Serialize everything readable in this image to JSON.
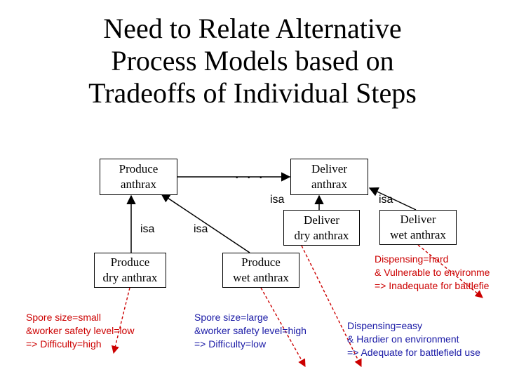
{
  "title": {
    "line1": "Need to Relate Alternative",
    "line2": "Process Models based on",
    "line3": "Tradeoffs of Individual Steps"
  },
  "boxes": {
    "produce_anthrax": [
      "Produce",
      "anthrax"
    ],
    "deliver_anthrax": [
      "Deliver",
      "anthrax"
    ],
    "deliver_dry_anthrax": [
      "Deliver",
      "dry anthrax"
    ],
    "deliver_wet_anthrax": [
      "Deliver",
      "wet anthrax"
    ],
    "produce_dry_anthrax": [
      "Produce",
      "dry anthrax"
    ],
    "produce_wet_anthrax": [
      "Produce",
      "wet anthrax"
    ]
  },
  "ellipsis": ". . .",
  "isa_labels": {
    "left_produce": "isa",
    "right_produce": "isa",
    "deliver_left": "isa",
    "deliver_right": "isa"
  },
  "notes": {
    "dry_produce": [
      "Spore size=small",
      "&worker safety level=low",
      "=> Difficulty=high"
    ],
    "wet_produce": [
      "Spore size=large",
      "&worker safety level=high",
      "=> Difficulty=low"
    ],
    "wet_deliver": [
      "Dispensing=hard",
      "& Vulnerable to environme",
      "=> Inadequate for battlefie"
    ],
    "dry_deliver": [
      "Dispensing=easy",
      "& Hardier on environment",
      "=> Adequate for battlefield use"
    ]
  },
  "colors": {
    "note_red": "#cc0000",
    "note_blue": "#1a1aa6",
    "arrow": "#000000",
    "dashed_arrow": "#cc0000"
  }
}
